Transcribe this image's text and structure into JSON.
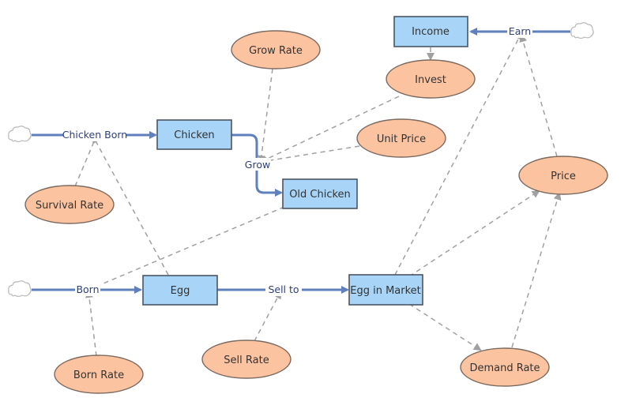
{
  "colors": {
    "stock_fill": "#a8d4f7",
    "aux_fill": "#fcc3a0",
    "flow": "#5f7fbd",
    "link": "#a0a0a0",
    "flow_text": "#2e3f7a"
  },
  "stocks": {
    "income": "Income",
    "chicken": "Chicken",
    "old_chicken": "Old Chicken",
    "egg": "Egg",
    "egg_market": "Egg in Market"
  },
  "auxiliaries": {
    "grow_rate": "Grow Rate",
    "invest": "Invest",
    "unit_price": "Unit Price",
    "survival_rate": "Survival Rate",
    "price": "Price",
    "born_rate": "Born Rate",
    "sell_rate": "Sell Rate",
    "demand_rate": "Demand Rate"
  },
  "flows": {
    "earn": "Earn",
    "chicken_born": "Chicken Born",
    "grow": "Grow",
    "born": "Born",
    "sell_to": "Sell to"
  },
  "icons": {
    "source": "cloud-icon"
  }
}
